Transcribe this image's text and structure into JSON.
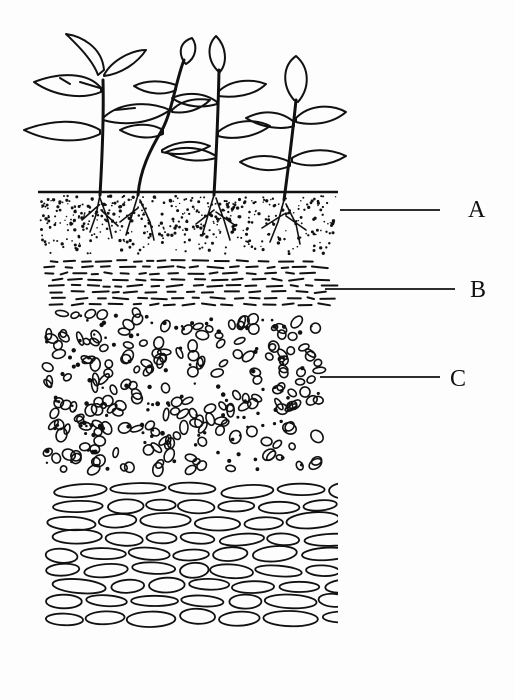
{
  "labels": {
    "a": "A",
    "b": "B",
    "c": "C"
  },
  "colors": {
    "ink": "#111111",
    "background": "#fdfdfd"
  }
}
